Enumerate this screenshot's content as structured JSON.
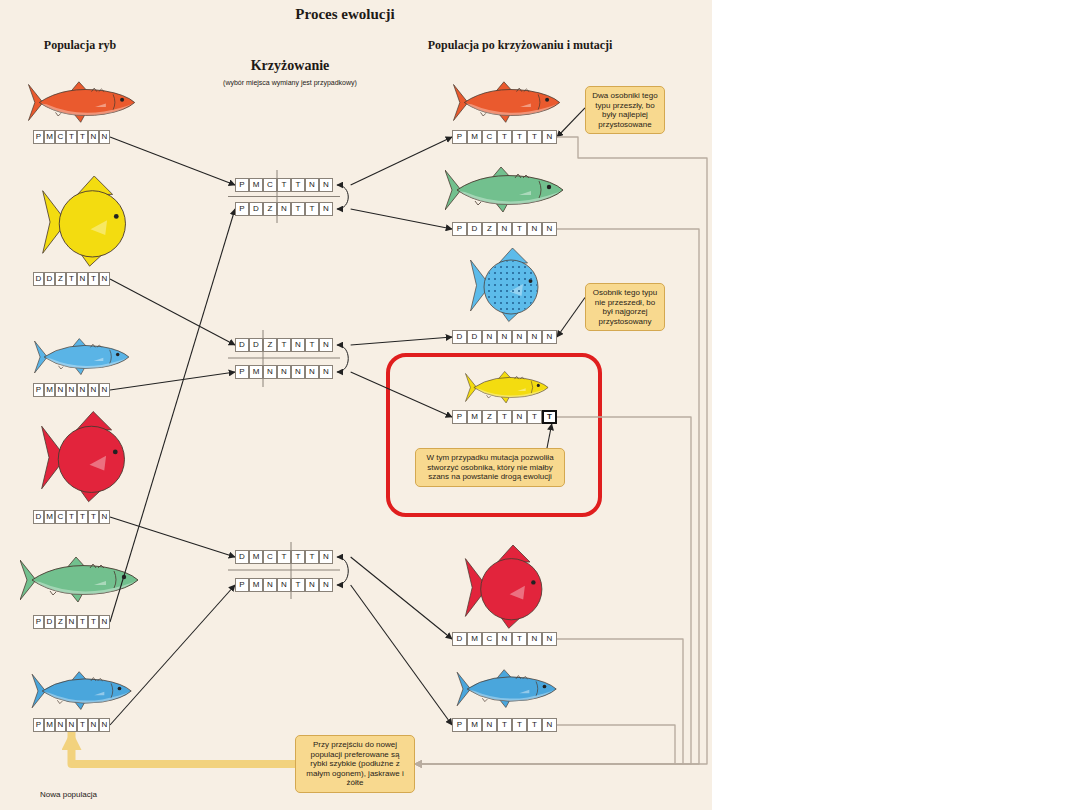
{
  "diagram": {
    "title": "Proces ewolucji",
    "nodes": [
      {
        "text": [
          "P",
          "M",
          "C",
          "T",
          "T",
          "N",
          "N"
        ]
      },
      {
        "text": [
          "D",
          "D",
          "Z",
          "T",
          "N",
          "T",
          "N"
        ]
      },
      {
        "text": [
          "P",
          "M",
          "N",
          "N",
          "N",
          "N",
          "N"
        ]
      },
      {
        "text": [
          "D",
          "M",
          "C",
          "T",
          "T",
          "T",
          "N"
        ]
      },
      {
        "text": [
          "P",
          "D",
          "Z",
          "N",
          "T",
          "T",
          "N"
        ]
      },
      {
        "text": [
          "P",
          "M",
          "N",
          "N",
          "T",
          "N",
          "N"
        ]
      },
      {
        "text": [
          "P",
          "M",
          "C",
          "T",
          "T",
          "N",
          "N"
        ]
      },
      {
        "text": [
          "P",
          "D",
          "Z",
          "N",
          "T",
          "T",
          "N"
        ]
      },
      {
        "text": [
          "D",
          "D",
          "Z",
          "T",
          "N",
          "T",
          "N"
        ]
      },
      {
        "text": [
          "P",
          "M",
          "N",
          "N",
          "N",
          "N",
          "N"
        ]
      },
      {
        "text": [
          "D",
          "M",
          "C",
          "T",
          "T",
          "T",
          "N"
        ]
      },
      {
        "text": [
          "P",
          "M",
          "N",
          "N",
          "T",
          "N",
          "N"
        ]
      },
      {
        "text": [
          "P",
          "M",
          "C",
          "T",
          "T",
          "T",
          "N"
        ]
      },
      {
        "text": [
          "P",
          "D",
          "Z",
          "N",
          "T",
          "N",
          "N"
        ]
      },
      {
        "text": [
          "D",
          "D",
          "N",
          "N",
          "N",
          "N",
          "N"
        ]
      },
      {
        "text": [
          "P",
          "M",
          "Z",
          "T",
          "N",
          "T",
          "T"
        ]
      },
      {
        "text": [
          "D",
          "M",
          "C",
          "N",
          "T",
          "N",
          "N"
        ]
      },
      {
        "text": [
          "P",
          "M",
          "N",
          "T",
          "T",
          "T",
          "N"
        ]
      },
      {
        "text": [
          "Dwa osobniki tego typu przeszły, bo były najlepiej przystosowane"
        ]
      },
      {
        "text": [
          "Osobnik tego typu nie przeszedł, bo był najgorzej przystosowany"
        ]
      },
      {
        "text": [
          "W tym przypadku mutacja pozwoliła stworzyć osobnika, który nie miałby szans na powstanie drogą ewolucji"
        ]
      },
      {
        "text": [
          "Przy przejściu do nowej populacji preferowane są rybki szybkie (podłużne z małym ogonem), jaskrawe i żółte"
        ]
      }
    ],
    "edges": [
      {
        "from": 0,
        "to": 6,
        "arrow": "to"
      },
      {
        "from": 4,
        "to": 7,
        "arrow": "to"
      },
      {
        "from": 1,
        "to": 8,
        "arrow": "to"
      },
      {
        "from": 2,
        "to": 9,
        "arrow": "to"
      },
      {
        "from": 3,
        "to": 10,
        "arrow": "to"
      },
      {
        "from": 5,
        "to": 11,
        "arrow": "to"
      },
      {
        "from": 6,
        "to": 12,
        "arrow": "to"
      },
      {
        "from": 7,
        "to": 13,
        "arrow": "to"
      },
      {
        "from": 8,
        "to": 14,
        "arrow": "to"
      },
      {
        "from": 9,
        "to": 15,
        "arrow": "to"
      },
      {
        "from": 10,
        "to": 16,
        "arrow": "to"
      },
      {
        "from": 11,
        "to": 17,
        "arrow": "to"
      },
      {
        "from": 18,
        "to": 12,
        "arrow": "to"
      },
      {
        "from": 19,
        "to": 14,
        "arrow": "to"
      },
      {
        "from": 20,
        "to": 15,
        "arrow": "to"
      },
      {
        "from": 12,
        "to": 21,
        "arrow": "to"
      },
      {
        "from": 13,
        "to": 21,
        "arrow": "to"
      },
      {
        "from": 15,
        "to": 21,
        "arrow": "to"
      },
      {
        "from": 16,
        "to": 21,
        "arrow": "to"
      },
      {
        "from": 17,
        "to": 21,
        "arrow": "to"
      },
      {
        "from": 21,
        "to": 5,
        "arrow": "to"
      }
    ],
    "labels": [
      "Populacja ryb",
      "Krzyżowanie",
      "(wybór miejsca wymiany jest przypadkowy)",
      "Populacja po krzyżowaniu i mutacji",
      "Nowa populacja"
    ]
  }
}
